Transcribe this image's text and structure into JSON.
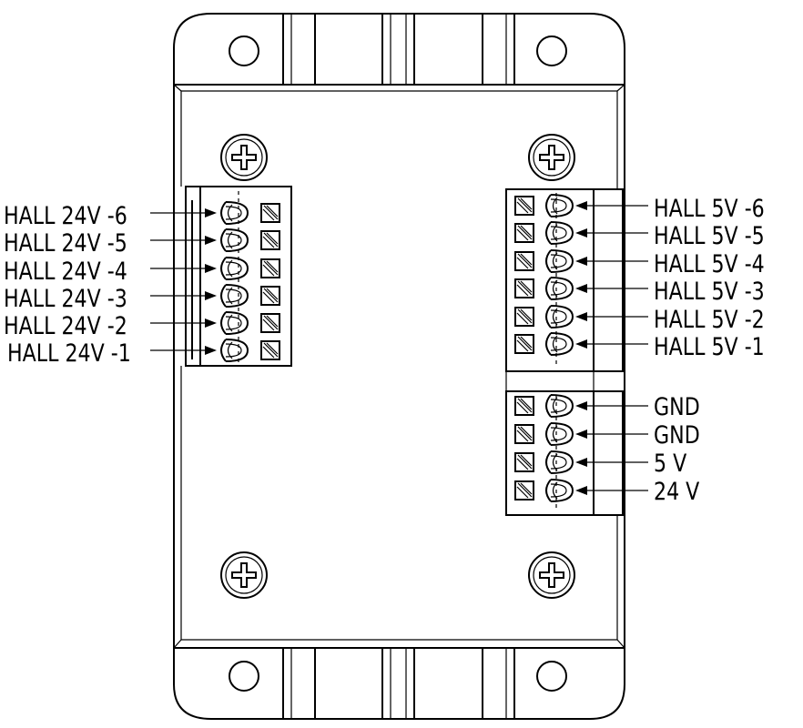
{
  "left_terminal": {
    "labels": [
      "HALL 24V -6",
      "HALL 24V -5",
      "HALL 24V -4",
      "HALL 24V -3",
      "HALL 24V -2",
      "HALL 24V -1"
    ]
  },
  "right_terminal_top": {
    "labels": [
      "HALL 5V -6",
      "HALL 5V -5",
      "HALL 5V -4",
      "HALL 5V -3",
      "HALL 5V -2",
      "HALL 5V -1"
    ]
  },
  "right_terminal_bottom": {
    "labels": [
      "GND",
      "GND",
      "5 V",
      "24 V"
    ]
  },
  "colors": {
    "line": "#000000",
    "background": "#ffffff"
  }
}
